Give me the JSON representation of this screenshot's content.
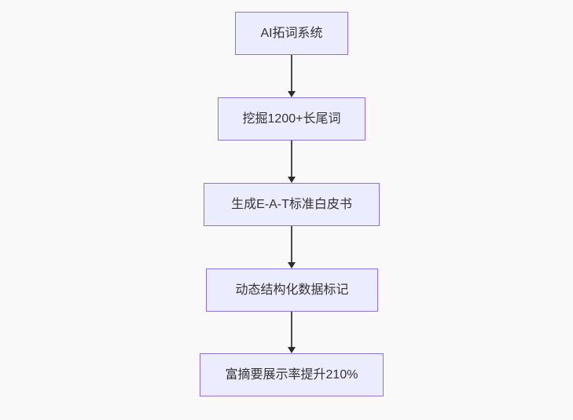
{
  "diagram": {
    "type": "flowchart",
    "direction": "top-down",
    "nodes": [
      {
        "id": "n1",
        "label": "AI拓词系统"
      },
      {
        "id": "n2",
        "label": "挖掘1200+长尾词"
      },
      {
        "id": "n3",
        "label": "生成E-A-T标准白皮书"
      },
      {
        "id": "n4",
        "label": "动态结构化数据标记"
      },
      {
        "id": "n5",
        "label": "富摘要展示率提升210%"
      }
    ],
    "edges": [
      {
        "from": "n1",
        "to": "n2"
      },
      {
        "from": "n2",
        "to": "n3"
      },
      {
        "from": "n3",
        "to": "n4"
      },
      {
        "from": "n4",
        "to": "n5"
      }
    ],
    "colors": {
      "node_fill": "#ECECFF",
      "node_border": "#9370DB",
      "node_text": "#333333",
      "arrow": "#333333",
      "background": "#F9F9F9"
    }
  }
}
